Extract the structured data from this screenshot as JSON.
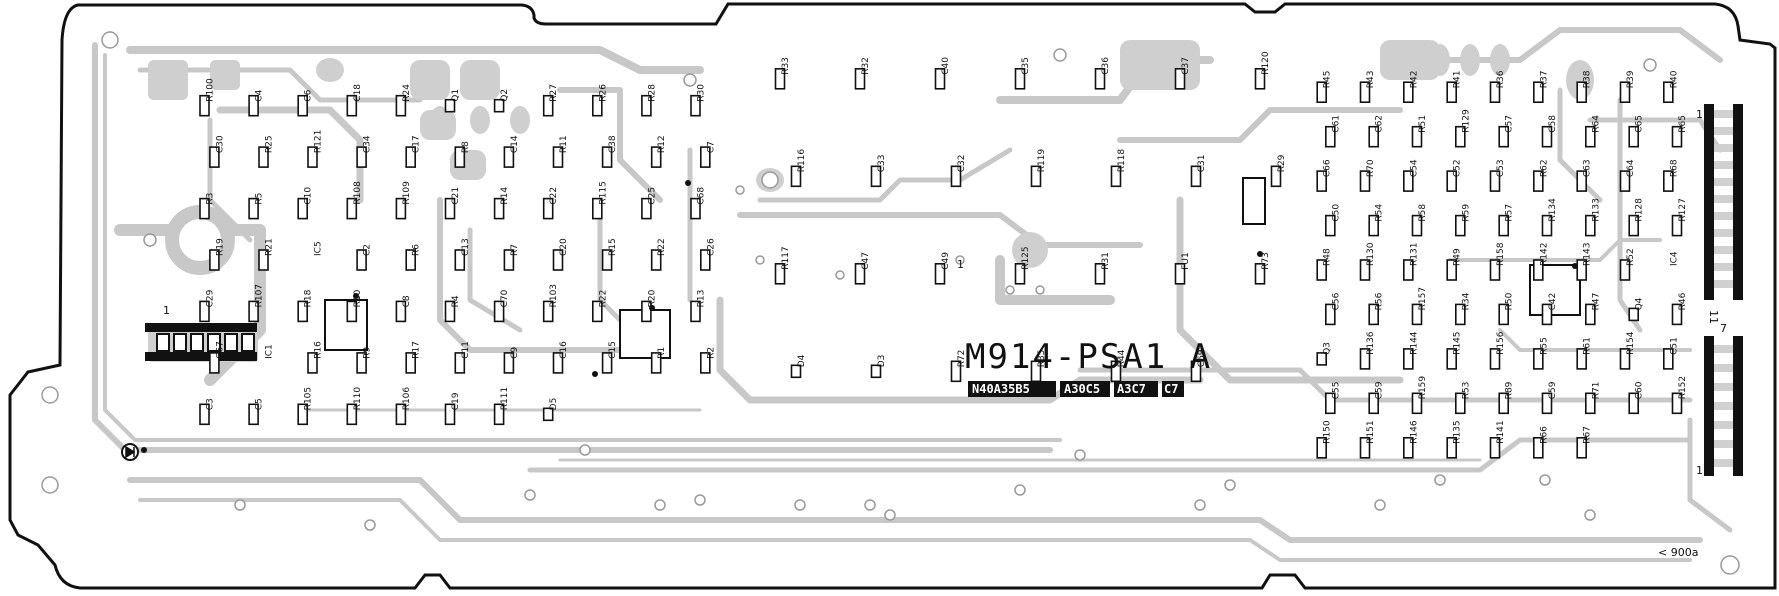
{
  "board": {
    "title": "M914-PSA1 A",
    "codes": [
      "N40A35B5",
      "A30C5",
      "A3C7",
      "C7"
    ],
    "corner_mark": "< 900a",
    "connector_pin_labels": [
      "1",
      "1",
      "11",
      "7",
      "1",
      "1"
    ]
  },
  "components": {
    "left": [
      "R100",
      "C4",
      "C6",
      "C18",
      "R24",
      "Q1",
      "Q2",
      "R27",
      "R26",
      "R28",
      "R30",
      "C30",
      "R25",
      "R121",
      "C34",
      "C17",
      "R8",
      "C14",
      "R11",
      "C38",
      "R12",
      "C7",
      "R3",
      "R5",
      "C10",
      "R108",
      "R109",
      "C21",
      "R14",
      "C22",
      "R115",
      "C25",
      "C68",
      "R19",
      "R21",
      "IC5",
      "C2",
      "R6",
      "C13",
      "R7",
      "C20",
      "R15",
      "R22",
      "C26",
      "C29",
      "R107",
      "R18",
      "R10",
      "C8",
      "R4",
      "C70",
      "R103",
      "R22",
      "R20",
      "R13",
      "C67",
      "IC1",
      "R16",
      "R9",
      "R17",
      "C11",
      "C9",
      "C16",
      "C15",
      "R1",
      "R2",
      "C3",
      "C5",
      "R105",
      "R110",
      "R106",
      "C19",
      "R111",
      "D5"
    ],
    "center": [
      "R33",
      "R32",
      "C40",
      "C35",
      "C36",
      "C37",
      "R120",
      "R116",
      "C33",
      "C32",
      "R119",
      "R118",
      "C31",
      "R29",
      "R117",
      "C47",
      "C49",
      "R125",
      "R31",
      "FU1",
      "R73",
      "D4",
      "D3",
      "R72",
      "R35",
      "R44",
      "C69"
    ],
    "right": [
      "R45",
      "R43",
      "R42",
      "R41",
      "R36",
      "R37",
      "R38",
      "R39",
      "R40",
      "C61",
      "C62",
      "R51",
      "R129",
      "C57",
      "C58",
      "R64",
      "C65",
      "R65",
      "C66",
      "R70",
      "C54",
      "C52",
      "C53",
      "R62",
      "C63",
      "C64",
      "R68",
      "C50",
      "R54",
      "R58",
      "R59",
      "R57",
      "R134",
      "R133",
      "R128",
      "R127",
      "R48",
      "R130",
      "R131",
      "R49",
      "R158",
      "R142",
      "R143",
      "R52",
      "IC4",
      "C56",
      "R56",
      "R157",
      "R34",
      "R50",
      "C42",
      "R47",
      "Q4",
      "R46",
      "Q3",
      "R136",
      "R144",
      "R145",
      "R156",
      "R55",
      "R61",
      "R154",
      "C51",
      "C55",
      "C59",
      "R159",
      "R53",
      "R89",
      "C59",
      "R71",
      "C60",
      "R152",
      "R150",
      "R151",
      "R146",
      "R135",
      "R141",
      "R66",
      "R67"
    ]
  }
}
